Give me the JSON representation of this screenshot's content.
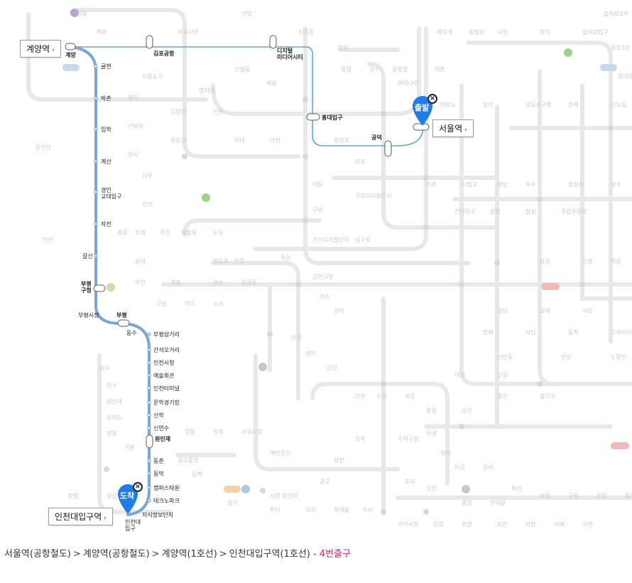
{
  "route_stations": {
    "gyeyang": "계양",
    "gyulhyeon": "귤현",
    "bakchon": "박촌",
    "imhak": "임학",
    "gyesan": "계산",
    "gyeongin_univ": "경인\n교대입구",
    "jakjeon": "작전",
    "galsan": "갈산",
    "bupyeong_gu": "부평\n구청",
    "bupyeong_market": "부평시장",
    "bupyeong": "부평",
    "dongsu": "동수",
    "bupyeong_sageori": "부평삼거리",
    "ganseok": "간석오거리",
    "incheon_cityhall": "인천시청",
    "arts_center": "예술회관",
    "terminal": "인천터미널",
    "munhak": "문학경기장",
    "seonhak": "선학",
    "sinyeonsu": "신연수",
    "woninjae": "원인재",
    "dongchun": "동춘",
    "dongmak": "동막",
    "campus_town": "캠퍼스타운",
    "technopark": "테크노파크",
    "knowledge_park": "지식정보단지",
    "incheon_univ": "인천대\n입구",
    "gimpo_airport": "김포공항",
    "dmc": "디지털\n미디어시티",
    "hongdae": "홍대입구",
    "gongdeok": "공덕"
  },
  "callouts": {
    "origin": "서울역",
    "transfer": "계양역",
    "destination": "인천대입구역"
  },
  "pins": {
    "start": "출발",
    "end": "도착",
    "close": "×"
  },
  "background_labels": [
    "방화",
    "개화",
    "마곡나루",
    "가양",
    "신목동",
    "합정",
    "망원",
    "상수",
    "광흥창",
    "대흥",
    "애오개",
    "충정로",
    "시청",
    "종각",
    "을지로입구",
    "을지로3가",
    "종로3가",
    "동대문",
    "신설동",
    "혜화",
    "신촌",
    "이대",
    "아현",
    "충정로",
    "마포",
    "여의나루",
    "여의도",
    "당산",
    "영등포구청",
    "문래",
    "신도림",
    "대림",
    "구로",
    "구로디지털단지",
    "남구로",
    "가산디지털단지",
    "독산",
    "금천구청",
    "석수",
    "관악",
    "안양",
    "명학",
    "금정",
    "산본",
    "수원",
    "세류",
    "병점",
    "오산",
    "용산",
    "삼각지",
    "이촌",
    "서빙고",
    "한남",
    "옥수",
    "왕십리",
    "성수",
    "건대입구",
    "강변",
    "잠실",
    "종합운동장",
    "삼성",
    "선릉",
    "역삼",
    "강남",
    "교대",
    "서초",
    "방배",
    "사당",
    "동작",
    "고속터미널",
    "신반포",
    "반포",
    "노량진",
    "대방",
    "신길",
    "영등포",
    "신풍",
    "온수",
    "오류동",
    "개봉",
    "구일",
    "역곡",
    "소사",
    "부천",
    "송내",
    "중동",
    "부개",
    "주안",
    "제물포",
    "도원",
    "동인천",
    "인천",
    "송도",
    "연수",
    "원인재",
    "오이도",
    "정왕",
    "기흥",
    "상갈",
    "청명",
    "영통",
    "망포",
    "수원시청",
    "매탄권선",
    "한티",
    "대치",
    "학여울",
    "수서",
    "가락시장",
    "문정",
    "복정",
    "모란",
    "야탑",
    "이매",
    "서현",
    "수내",
    "정자",
    "미금",
    "오리",
    "죽전",
    "보정",
    "구성",
    "신갈",
    "동천",
    "수지구청",
    "성복",
    "상현",
    "광교",
    "광교중앙",
    "동백",
    "초당",
    "삼가",
    "시청·용인대",
    "명지대",
    "김량장",
    "운동장",
    "시흥능곡",
    "달미",
    "선바위",
    "원시",
    "시우",
    "선부",
    "초지",
    "고잔",
    "중앙",
    "한대앞"
  ],
  "route_path": {
    "segments": [
      {
        "label": "서울역(공항철도)"
      },
      {
        "label": "계양역(공항철도)"
      },
      {
        "label": "계양역(1호선)"
      },
      {
        "label": "인천대입구역(1호선)"
      }
    ],
    "separator": ">",
    "exit_label": "- 4번출구"
  },
  "colors": {
    "airport_line": "#5eaad6",
    "incheon_line1": "#7ca5d8",
    "route_outline": "#4a7fc7",
    "pin_blue": "#1f7de8",
    "exit_pink": "#e5197a",
    "faded_line": "#e6e6e6",
    "faded_text": "#c9c9c9"
  }
}
